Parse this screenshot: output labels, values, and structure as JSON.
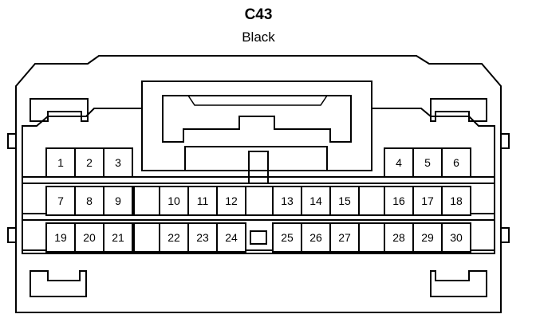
{
  "connector": {
    "id": "C43",
    "color": "Black"
  },
  "pins": [
    {
      "n": "1"
    },
    {
      "n": "2"
    },
    {
      "n": "3"
    },
    {
      "n": "4"
    },
    {
      "n": "5"
    },
    {
      "n": "6"
    },
    {
      "n": "7"
    },
    {
      "n": "8"
    },
    {
      "n": "9"
    },
    {
      "n": "10"
    },
    {
      "n": "11"
    },
    {
      "n": "12"
    },
    {
      "n": "13"
    },
    {
      "n": "14"
    },
    {
      "n": "15"
    },
    {
      "n": "16"
    },
    {
      "n": "17"
    },
    {
      "n": "18"
    },
    {
      "n": "19"
    },
    {
      "n": "20"
    },
    {
      "n": "21"
    },
    {
      "n": "22"
    },
    {
      "n": "23"
    },
    {
      "n": "24"
    },
    {
      "n": "25"
    },
    {
      "n": "26"
    },
    {
      "n": "27"
    },
    {
      "n": "28"
    },
    {
      "n": "29"
    },
    {
      "n": "30"
    }
  ],
  "style": {
    "line_color": "#000000",
    "background": "#ffffff"
  }
}
